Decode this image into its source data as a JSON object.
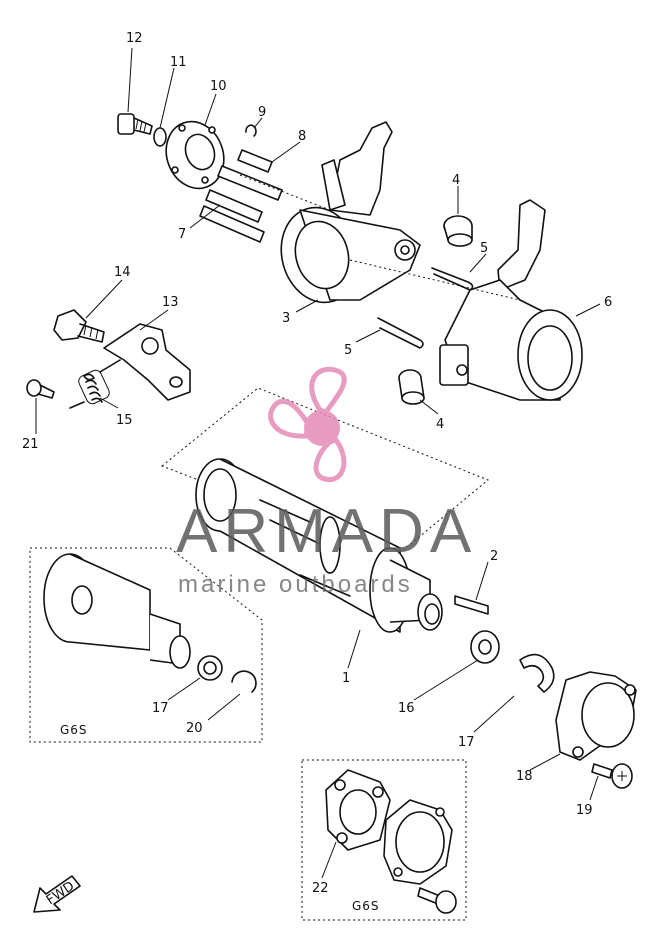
{
  "labels": {
    "p1": "1",
    "p2": "2",
    "p3": "3",
    "p4a": "4",
    "p4b": "4",
    "p5a": "5",
    "p5b": "5",
    "p6": "6",
    "p7": "7",
    "p8": "8",
    "p9": "9",
    "p10": "10",
    "p11": "11",
    "p12": "12",
    "p13": "13",
    "p14": "14",
    "p15": "15",
    "p16": "16",
    "p17a": "17",
    "p17b": "17",
    "p18": "18",
    "p19": "19",
    "p20": "20",
    "p21": "21",
    "p22": "22"
  },
  "variant_labels": {
    "left": "G6S",
    "bottom": "G6S"
  },
  "direction_label": "FWD",
  "watermark": {
    "brand": "ARMADA",
    "tagline": "marine outboards",
    "logo_color": "#e48bb8",
    "text_color": "#5a5a5a"
  }
}
